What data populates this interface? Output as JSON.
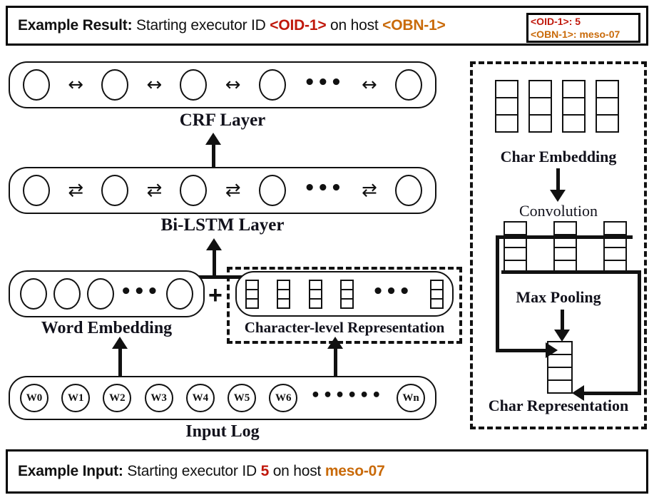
{
  "header": {
    "label": "Example Result:",
    "text_before_oid": " Starting executor ID ",
    "oid_tag": "<OID-1>",
    "text_mid": " on host ",
    "obn_tag": "<OBN-1>",
    "legend": {
      "line1_key": "<OID-1>:",
      "line1_val": " 5",
      "line2_key": "<OBN-1>:",
      "line2_val": " meso-07"
    }
  },
  "footer": {
    "label": "Example Input:",
    "text_before_value": " Starting executor ID ",
    "value": "5",
    "text_mid": " on host ",
    "host": "meso-07"
  },
  "colors": {
    "red": "#c0180c",
    "orange": "#c96a09",
    "ink": "#111111",
    "caption": "#12121c"
  },
  "layers": {
    "crf": {
      "caption": "CRF Layer",
      "node_count": 5,
      "connector": "↔",
      "ellipsis": "•••"
    },
    "bilstm": {
      "caption": "Bi-LSTM Layer",
      "node_count": 5,
      "connector": "⇄",
      "ellipsis": "•••"
    },
    "word_embedding": {
      "caption": "Word Embedding",
      "node_count": 4,
      "ellipsis": "•••"
    },
    "char_level": {
      "caption": "Character-level Representation",
      "stack_count": 5,
      "cells_per_stack": 3,
      "ellipsis": "•••"
    },
    "input_log": {
      "caption": "Input Log",
      "tokens": [
        "W0",
        "W1",
        "W2",
        "W3",
        "W4",
        "W5",
        "W6"
      ],
      "ellipsis": "••••••",
      "last_token": "Wn"
    }
  },
  "cnn_panel": {
    "char_embedding": {
      "caption": "Char Embedding",
      "column_count": 4,
      "cells_per_column": 3
    },
    "convolution": {
      "caption": "Convolution",
      "column_count": 3,
      "cells_per_column": 4
    },
    "max_pooling": {
      "caption": "Max Pooling"
    },
    "char_representation": {
      "caption": "Char Representation",
      "cells": 4
    }
  },
  "symbols": {
    "plus": "+"
  }
}
